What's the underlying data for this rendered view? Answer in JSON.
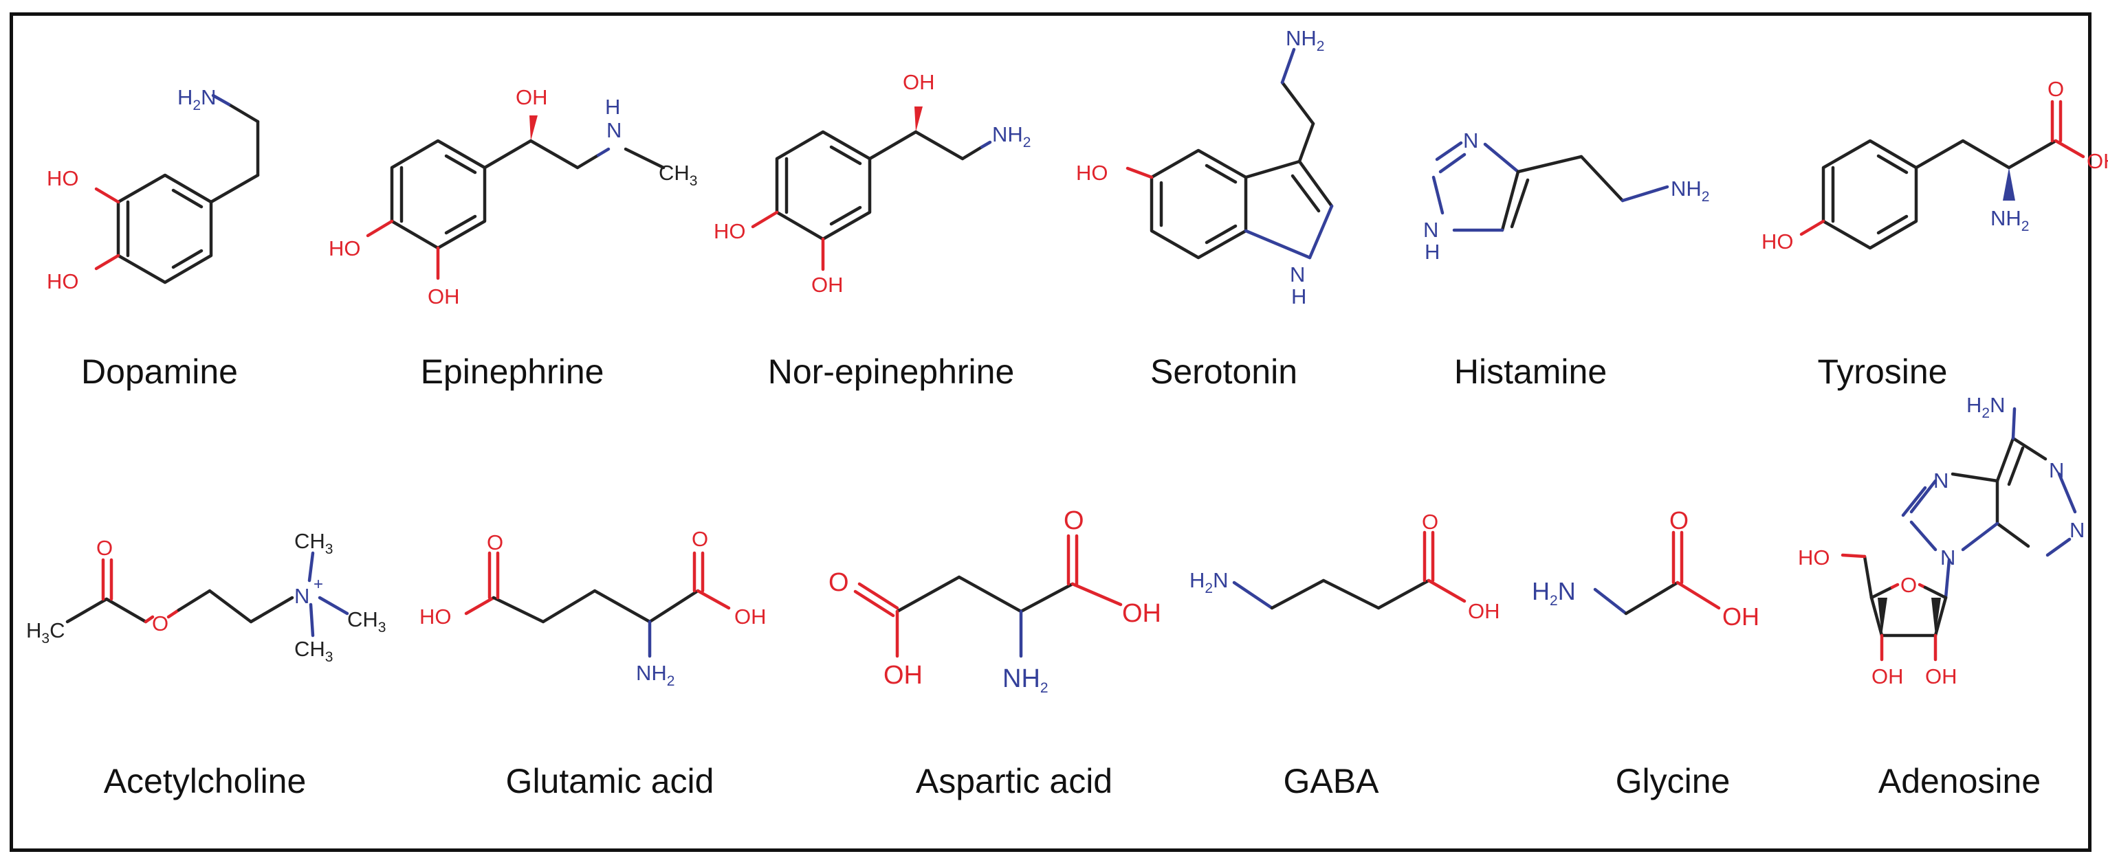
{
  "colors": {
    "bond": "#222222",
    "oxygen": "#e0242c",
    "nitrogen": "#34409a",
    "border": "#111111",
    "background": "#ffffff"
  },
  "molecules": {
    "dopamine": {
      "name": "Dopamine"
    },
    "epinephrine": {
      "name": "Epinephrine"
    },
    "norepinephrine": {
      "name": "Nor-epinephrine"
    },
    "serotonin": {
      "name": "Serotonin"
    },
    "histamine": {
      "name": "Histamine"
    },
    "tyrosine": {
      "name": "Tyrosine"
    },
    "acetylcholine": {
      "name": "Acetylcholine"
    },
    "glutamic_acid": {
      "name": "Glutamic acid"
    },
    "aspartic_acid": {
      "name": "Aspartic acid"
    },
    "gaba": {
      "name": "GABA"
    },
    "glycine": {
      "name": "Glycine"
    },
    "adenosine": {
      "name": "Adenosine"
    }
  },
  "atoms": {
    "oh": "OH",
    "ho": "HO",
    "h": "H",
    "n": "N",
    "o": "O",
    "c": "C",
    "nh": "NH",
    "hn": "HN",
    "sub2": "2",
    "sub3": "3",
    "plus": "+"
  }
}
